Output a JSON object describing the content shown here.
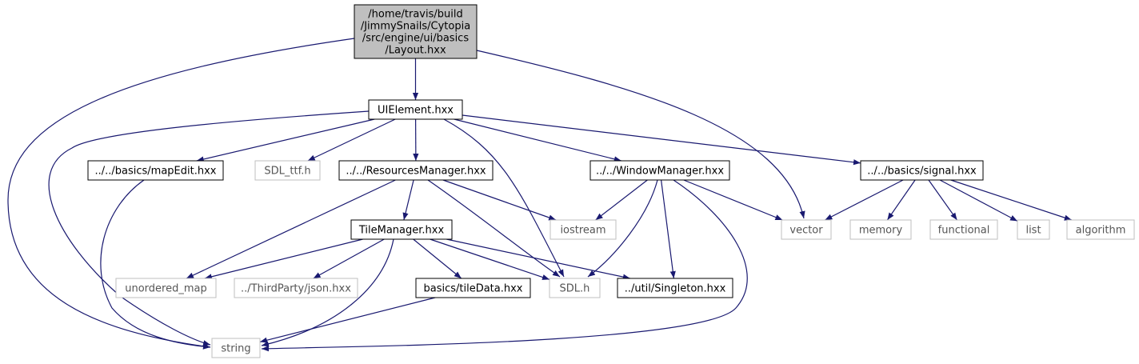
{
  "graph": {
    "root": {
      "lines": [
        "/home/travis/build",
        "/JimmySnails/Cytopia",
        "/src/engine/ui/basics",
        "/Layout.hxx"
      ]
    },
    "nodes": [
      {
        "id": "UIElement",
        "label": "UIElement.hxx",
        "kind": "local"
      },
      {
        "id": "mapEdit",
        "label": "../../basics/mapEdit.hxx",
        "kind": "local"
      },
      {
        "id": "SDL_ttf",
        "label": "SDL_ttf.h",
        "kind": "system"
      },
      {
        "id": "ResourcesManager",
        "label": "../../ResourcesManager.hxx",
        "kind": "local"
      },
      {
        "id": "WindowManager",
        "label": "../../WindowManager.hxx",
        "kind": "local"
      },
      {
        "id": "signal",
        "label": "../../basics/signal.hxx",
        "kind": "local"
      },
      {
        "id": "TileManager",
        "label": "TileManager.hxx",
        "kind": "local"
      },
      {
        "id": "iostream",
        "label": "iostream",
        "kind": "system"
      },
      {
        "id": "vector",
        "label": "vector",
        "kind": "system"
      },
      {
        "id": "memory",
        "label": "memory",
        "kind": "system"
      },
      {
        "id": "functional",
        "label": "functional",
        "kind": "system"
      },
      {
        "id": "list",
        "label": "list",
        "kind": "system"
      },
      {
        "id": "algorithm",
        "label": "algorithm",
        "kind": "system"
      },
      {
        "id": "unordered_map",
        "label": "unordered_map",
        "kind": "system"
      },
      {
        "id": "json",
        "label": "../ThirdParty/json.hxx",
        "kind": "system"
      },
      {
        "id": "tileData",
        "label": "basics/tileData.hxx",
        "kind": "local"
      },
      {
        "id": "SDL",
        "label": "SDL.h",
        "kind": "system"
      },
      {
        "id": "Singleton",
        "label": "../util/Singleton.hxx",
        "kind": "local"
      },
      {
        "id": "string",
        "label": "string",
        "kind": "system"
      }
    ],
    "edges": [
      [
        "root",
        "UIElement"
      ],
      [
        "root",
        "vector"
      ],
      [
        "root",
        "string"
      ],
      [
        "UIElement",
        "mapEdit"
      ],
      [
        "UIElement",
        "SDL_ttf"
      ],
      [
        "UIElement",
        "ResourcesManager"
      ],
      [
        "UIElement",
        "WindowManager"
      ],
      [
        "UIElement",
        "signal"
      ],
      [
        "UIElement",
        "SDL"
      ],
      [
        "UIElement",
        "string"
      ],
      [
        "mapEdit",
        "string"
      ],
      [
        "ResourcesManager",
        "TileManager"
      ],
      [
        "ResourcesManager",
        "iostream"
      ],
      [
        "ResourcesManager",
        "unordered_map"
      ],
      [
        "ResourcesManager",
        "SDL"
      ],
      [
        "WindowManager",
        "iostream"
      ],
      [
        "WindowManager",
        "vector"
      ],
      [
        "WindowManager",
        "SDL"
      ],
      [
        "WindowManager",
        "Singleton"
      ],
      [
        "WindowManager",
        "string"
      ],
      [
        "signal",
        "vector"
      ],
      [
        "signal",
        "memory"
      ],
      [
        "signal",
        "functional"
      ],
      [
        "signal",
        "list"
      ],
      [
        "signal",
        "algorithm"
      ],
      [
        "TileManager",
        "unordered_map"
      ],
      [
        "TileManager",
        "json"
      ],
      [
        "TileManager",
        "tileData"
      ],
      [
        "TileManager",
        "SDL"
      ],
      [
        "TileManager",
        "Singleton"
      ],
      [
        "TileManager",
        "string"
      ],
      [
        "tileData",
        "string"
      ]
    ]
  },
  "colors": {
    "edge": "#191970",
    "root_fill": "#bfbfbf",
    "local_border": "#000000",
    "system_border": "#bfbfbf",
    "system_text": "#555555"
  }
}
